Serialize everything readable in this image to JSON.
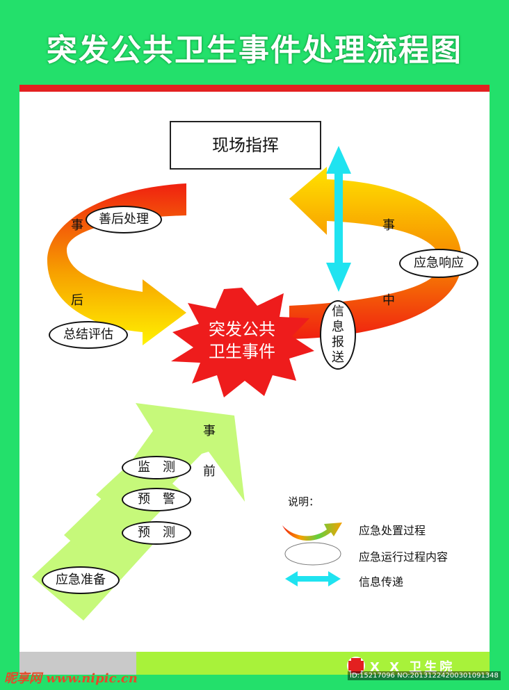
{
  "title": "突发公共卫生事件处理流程图",
  "command_box": "现场指挥",
  "center_event": {
    "line1": "突发公共",
    "line2": "卫生事件"
  },
  "after_phase": {
    "char1": "事",
    "char2": "后",
    "oval_top": "善后处理",
    "oval_bottom": "总结评估"
  },
  "during_phase": {
    "char1": "事",
    "char2": "中",
    "oval_response": "应急响应",
    "oval_report": [
      "信",
      "息",
      "报",
      "送"
    ]
  },
  "before_phase": {
    "char1": "事",
    "char2": "前",
    "oval_monitor": "监　测",
    "oval_warning": "预　警",
    "oval_forecast": "预　测",
    "oval_prepare": "应急准备"
  },
  "legend": {
    "heading": "说明：",
    "item_process": "应急处置过程",
    "item_content": "应急运行过程内容",
    "item_info": "信息传递"
  },
  "footer": {
    "hospital": "X X 卫生院",
    "watermark": "昵享网 www.nipic.cn",
    "id_text": "ID:15217096 NO:20131224200301091348"
  },
  "colors": {
    "background": "#23e06b",
    "title_bar": "#e32020",
    "info_arrow": "#1fe3f0",
    "starburst": "#ee1c1c",
    "prep_arrow": "#c6f97a"
  }
}
